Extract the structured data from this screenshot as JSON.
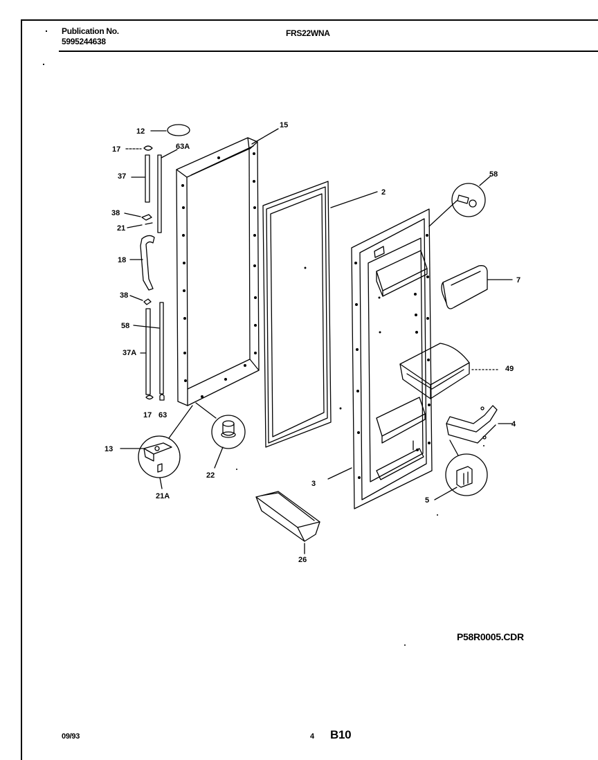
{
  "header": {
    "publication_label": "Publication No.",
    "publication_number": "5995244638",
    "model": "FRS22WNA"
  },
  "footer": {
    "file_code": "P58R0005.CDR",
    "date": "09/93",
    "page_number": "4",
    "section": "B10"
  },
  "callouts": [
    {
      "id": "12",
      "label": "12"
    },
    {
      "id": "17-top",
      "label": "17"
    },
    {
      "id": "63A",
      "label": "63A"
    },
    {
      "id": "37",
      "label": "37"
    },
    {
      "id": "38-top",
      "label": "38"
    },
    {
      "id": "21",
      "label": "21"
    },
    {
      "id": "18",
      "label": "18"
    },
    {
      "id": "38-bottom",
      "label": "38"
    },
    {
      "id": "58-left",
      "label": "58"
    },
    {
      "id": "37A",
      "label": "37A"
    },
    {
      "id": "17-bottom",
      "label": "17"
    },
    {
      "id": "63",
      "label": "63"
    },
    {
      "id": "13",
      "label": "13"
    },
    {
      "id": "21A",
      "label": "21A"
    },
    {
      "id": "22",
      "label": "22"
    },
    {
      "id": "15",
      "label": "15"
    },
    {
      "id": "2",
      "label": "2"
    },
    {
      "id": "58-right",
      "label": "58"
    },
    {
      "id": "7",
      "label": "7"
    },
    {
      "id": "49",
      "label": "49"
    },
    {
      "id": "4",
      "label": "4"
    },
    {
      "id": "5",
      "label": "5"
    },
    {
      "id": "3",
      "label": "3"
    },
    {
      "id": "26",
      "label": "26"
    }
  ]
}
